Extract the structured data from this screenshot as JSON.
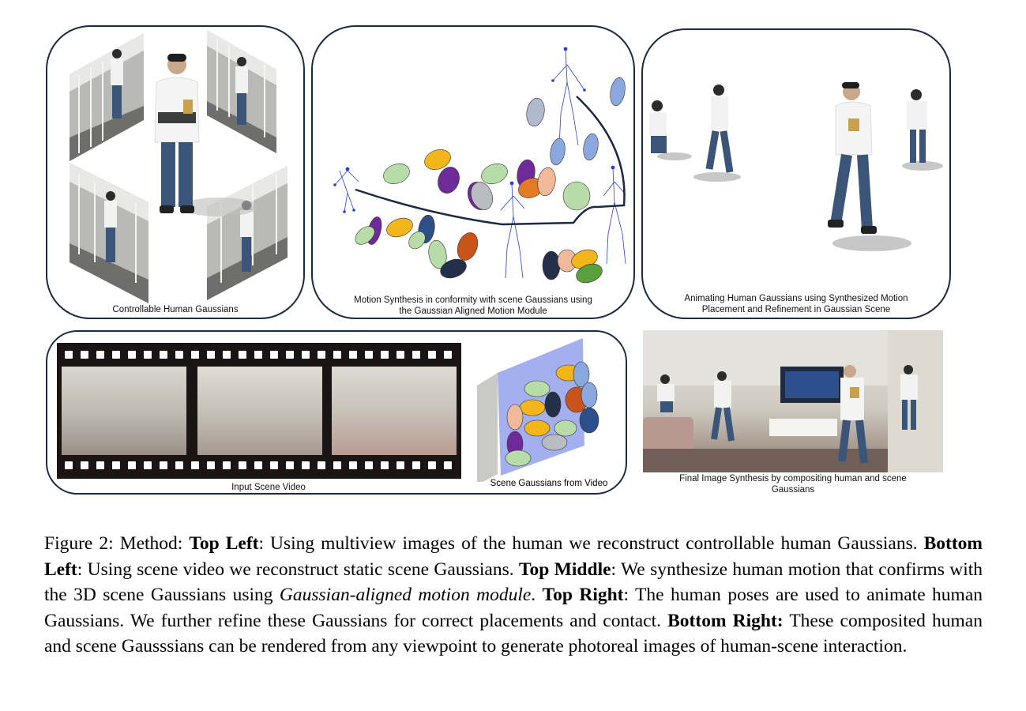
{
  "panels": {
    "top_left": {
      "caption": "Controllable Human Gaussians"
    },
    "top_middle": {
      "caption_line1": "Motion Synthesis in conformity with scene Gaussians using",
      "caption_line2": "the Gaussian Aligned Motion Module"
    },
    "top_right": {
      "caption_line1": "Animating Human Gaussians using Synthesized Motion",
      "caption_line2": "Placement and Refinement in Gaussian Scene"
    },
    "bottom_left": {
      "video_caption": "Input Scene Video",
      "gaussians_caption": "Scene Gaussians from Video"
    },
    "bottom_right": {
      "caption_line1": "Final Image Synthesis by compositing human and scene",
      "caption_line2": "Gaussians"
    }
  },
  "figure_caption": {
    "label": "Figure 2:",
    "method": "Method:",
    "p1_bold": "Top Left",
    "p1_text": ": Using multiview images of the human we reconstruct controllable human Gaussians. ",
    "p2_bold": "Bottom Left",
    "p2_text": ": Using scene video we reconstruct static scene Gaussians. ",
    "p3_bold": "Top Middle",
    "p3_text": ": We synthesize human motion that confirms with the 3D scene Gaussians using ",
    "p3_italic": "Gaussian-aligned motion module",
    "p3_end": ". ",
    "p4_bold": "Top Right",
    "p4_text": ": The human poses are used to animate human Gaussians. We further refine these Gaussians for correct placements and contact. ",
    "p5_bold": "Bottom Right:",
    "p5_text": " These composited human and scene Gausssians can be rendered from any viewpoint to generate photoreal images of human-scene interaction."
  },
  "colors": {
    "panel_border": "#1b2a44",
    "purple": "#6f2a9a",
    "orange": "#e27a26",
    "yellow": "#f2b51a",
    "light_green": "#b8dca8",
    "dark_blue": "#2c4f8a",
    "light_blue": "#8aa8de",
    "navy": "#233047",
    "peach": "#f2b89a",
    "gray": "#b9bcc2",
    "skeleton": "#2a3fd0"
  }
}
